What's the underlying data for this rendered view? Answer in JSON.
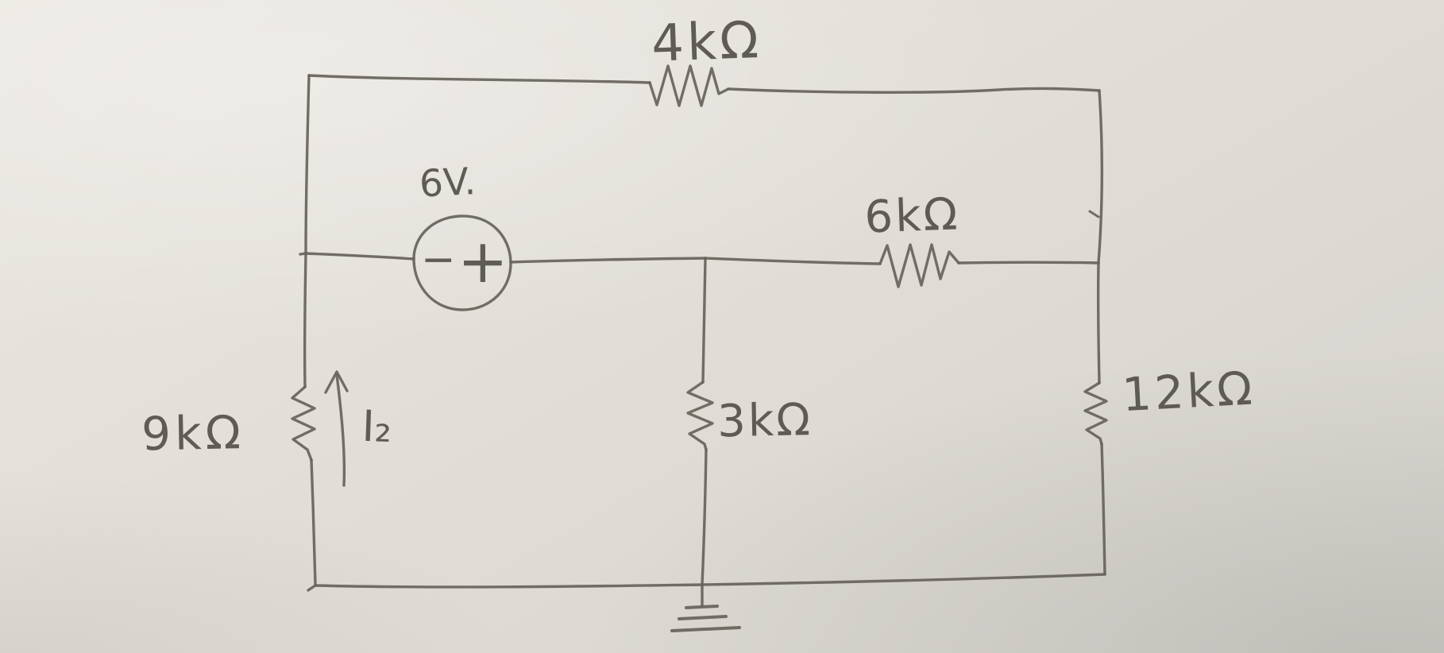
{
  "diagram": {
    "kind": "hand-drawn electrical circuit on paper",
    "ink_color": "#5f5b53",
    "paper_color": "#dfddd6",
    "labels": {
      "top_resistor": "4kΩ",
      "voltage_source": "6V.",
      "source_minus": "−",
      "source_plus": "+",
      "middle_resistor": "6kΩ",
      "left_resistor": "9kΩ",
      "branch_current": "I₂",
      "center_resistor": "3kΩ",
      "right_resistor": "12kΩ"
    },
    "components": [
      {
        "name": "top-resistor",
        "type": "resistor",
        "value": "4kΩ",
        "location": "top wire between left and right rails"
      },
      {
        "name": "voltage-source",
        "type": "voltage source",
        "value": "6V.",
        "polarity": "minus left, plus right",
        "location": "middle wire, left side"
      },
      {
        "name": "middle-resistor",
        "type": "resistor",
        "value": "6kΩ",
        "location": "middle wire, right side"
      },
      {
        "name": "left-resistor",
        "type": "resistor",
        "value": "9kΩ",
        "location": "left vertical branch",
        "current": {
          "label": "I₂",
          "direction": "up"
        }
      },
      {
        "name": "center-resistor",
        "type": "resistor",
        "value": "3kΩ",
        "location": "center vertical branch"
      },
      {
        "name": "right-resistor",
        "type": "resistor",
        "value": "12kΩ",
        "location": "right vertical branch"
      },
      {
        "name": "ground",
        "type": "earth ground",
        "location": "bottom center node"
      }
    ]
  }
}
